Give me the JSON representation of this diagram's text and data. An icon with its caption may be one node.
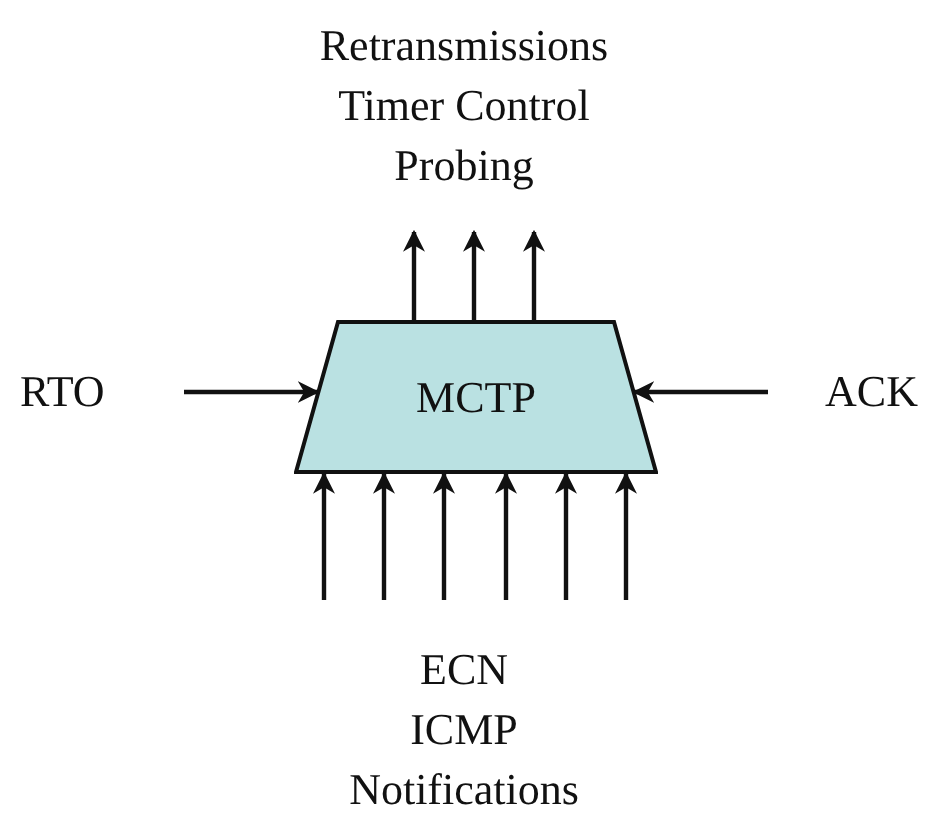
{
  "diagram": {
    "nodes": [
      {
        "text": [
          "MCTP"
        ]
      },
      {
        "text": [
          "RTO"
        ]
      },
      {
        "text": [
          "ACK"
        ]
      },
      {
        "text": [
          "Retransmissions",
          "Timer Control",
          "Probing"
        ]
      },
      {
        "text": [
          "ECN",
          "ICMP",
          "Notifications"
        ]
      }
    ],
    "edges": [
      {
        "from": 1,
        "to": 0,
        "arrow": "to"
      },
      {
        "from": 2,
        "to": 0,
        "arrow": "to"
      },
      {
        "from": 0,
        "to": 3,
        "arrow": "to"
      },
      {
        "from": 0,
        "to": 3,
        "arrow": "to"
      },
      {
        "from": 0,
        "to": 3,
        "arrow": "to"
      },
      {
        "from": 4,
        "to": 0,
        "arrow": "to"
      },
      {
        "from": 4,
        "to": 0,
        "arrow": "to"
      },
      {
        "from": 4,
        "to": 0,
        "arrow": "to"
      },
      {
        "from": 4,
        "to": 0,
        "arrow": "to"
      },
      {
        "from": 4,
        "to": 0,
        "arrow": "to"
      },
      {
        "from": 4,
        "to": 0,
        "arrow": "to"
      }
    ]
  }
}
